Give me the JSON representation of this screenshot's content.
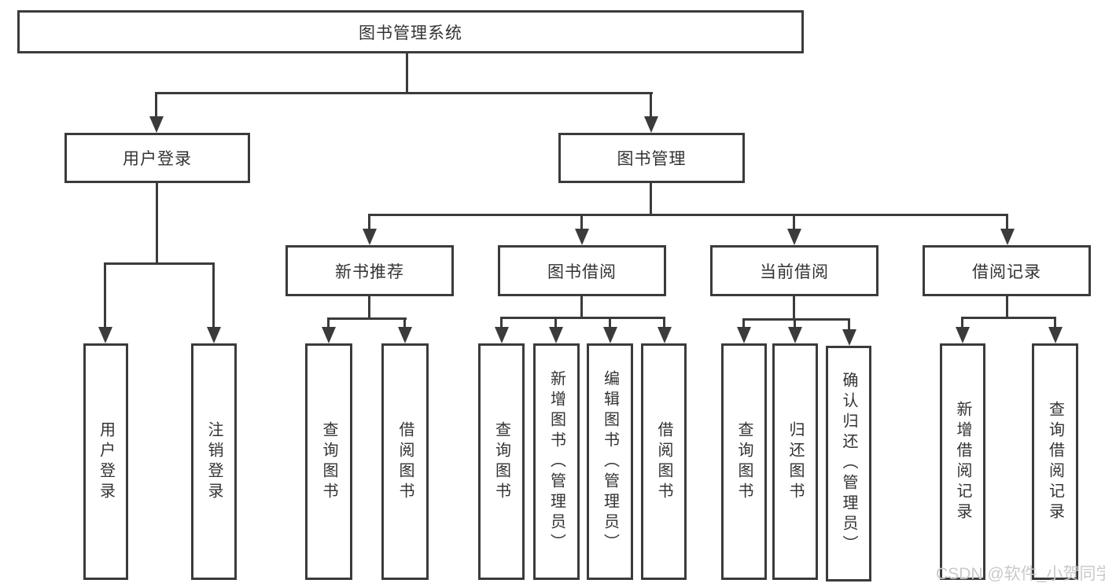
{
  "diagram": {
    "title": "图书管理系统",
    "nodes": {
      "root": "图书管理系统",
      "user_login": "用户登录",
      "book_mgmt": "图书管理",
      "new_books": "新书推荐",
      "book_borrow": "图书借阅",
      "current_borrow": "当前借阅",
      "borrow_records": "借阅记录"
    },
    "leaves": {
      "user_login_1": "用户登录",
      "user_login_2": "注销登录",
      "new_books_1": "查询图书",
      "new_books_2": "借阅图书",
      "book_borrow_1": "查询图书",
      "book_borrow_2": "新增图书（管理员）",
      "book_borrow_3": "编辑图书（管理员）",
      "book_borrow_4": "借阅图书",
      "current_borrow_1": "查询图书",
      "current_borrow_2": "归还图书",
      "current_borrow_3": "确认归还（管理员）",
      "borrow_records_1": "新增借阅记录",
      "borrow_records_2": "查询借阅记录"
    }
  },
  "watermark": "CSDN @软件_小贺同学",
  "colors": {
    "line": "#3b3b3b",
    "text": "#333333",
    "watermark": "#c9c9c9",
    "background": "#ffffff"
  }
}
